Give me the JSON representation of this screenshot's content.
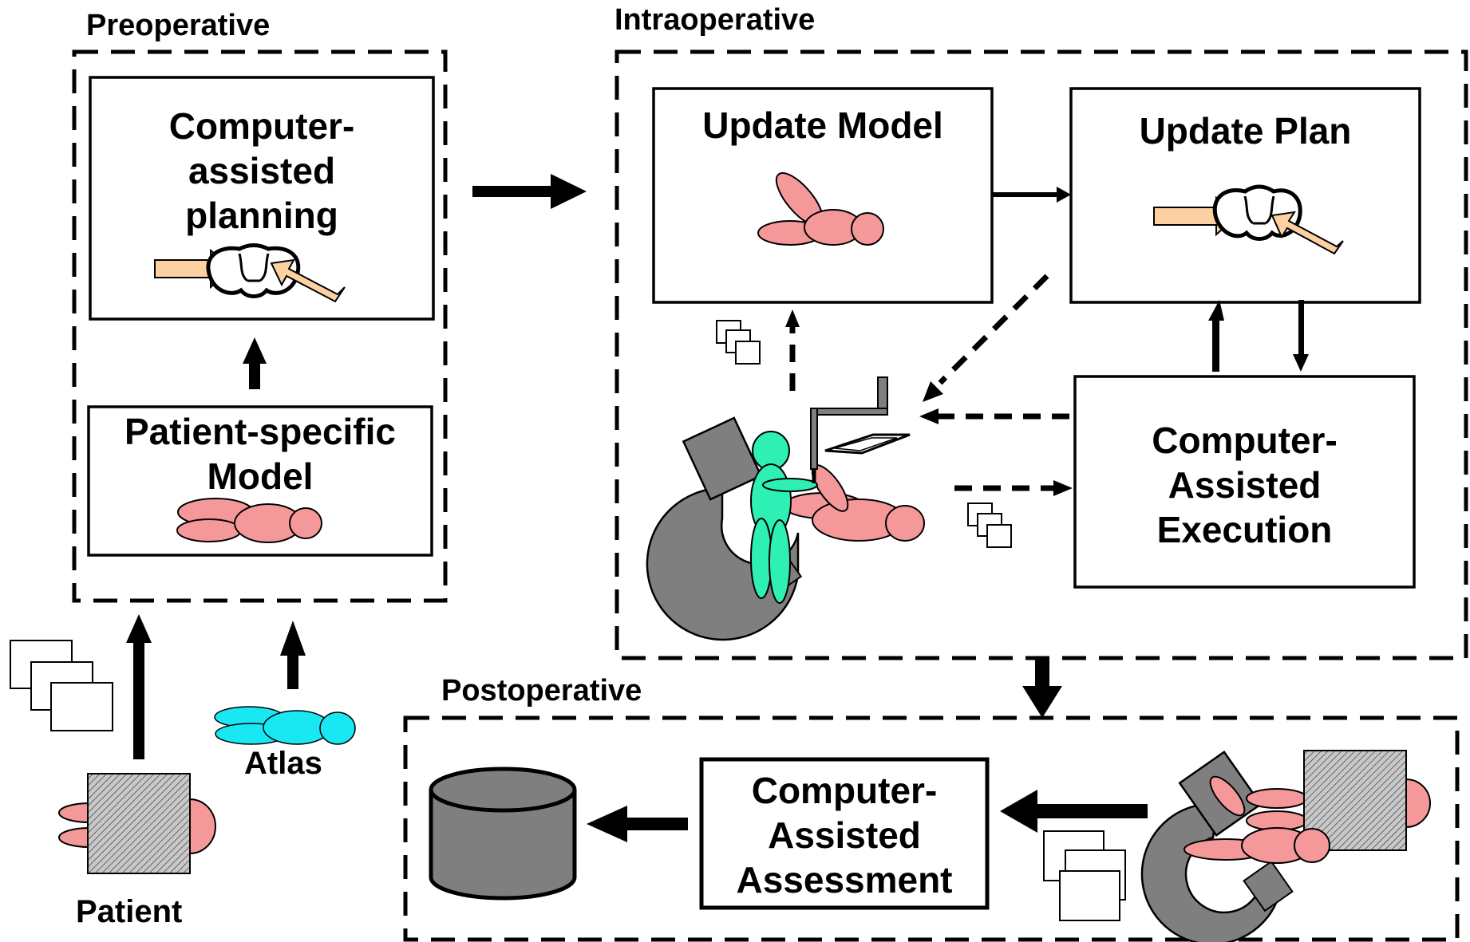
{
  "sections": {
    "preoperative": "Preoperative",
    "intraoperative": "Intraoperative",
    "postoperative": "Postoperative"
  },
  "boxes": {
    "planning": "Computer-\nassisted\nplanning",
    "patient_model": "Patient-specific\nModel",
    "update_model": "Update Model",
    "update_plan": "Update Plan",
    "execution": "Computer-\nAssisted\nExecution",
    "assessment": "Computer-\nAssisted\nAssessment"
  },
  "captions": {
    "atlas": "Atlas",
    "patient": "Patient"
  },
  "colors": {
    "patient_pink": "#f4989a",
    "atlas_cyan": "#19e8f2",
    "surgeon_green": "#2ff0b4",
    "machine_gray": "#7f7f7f",
    "arrow_orange": "#fcd0a0"
  }
}
